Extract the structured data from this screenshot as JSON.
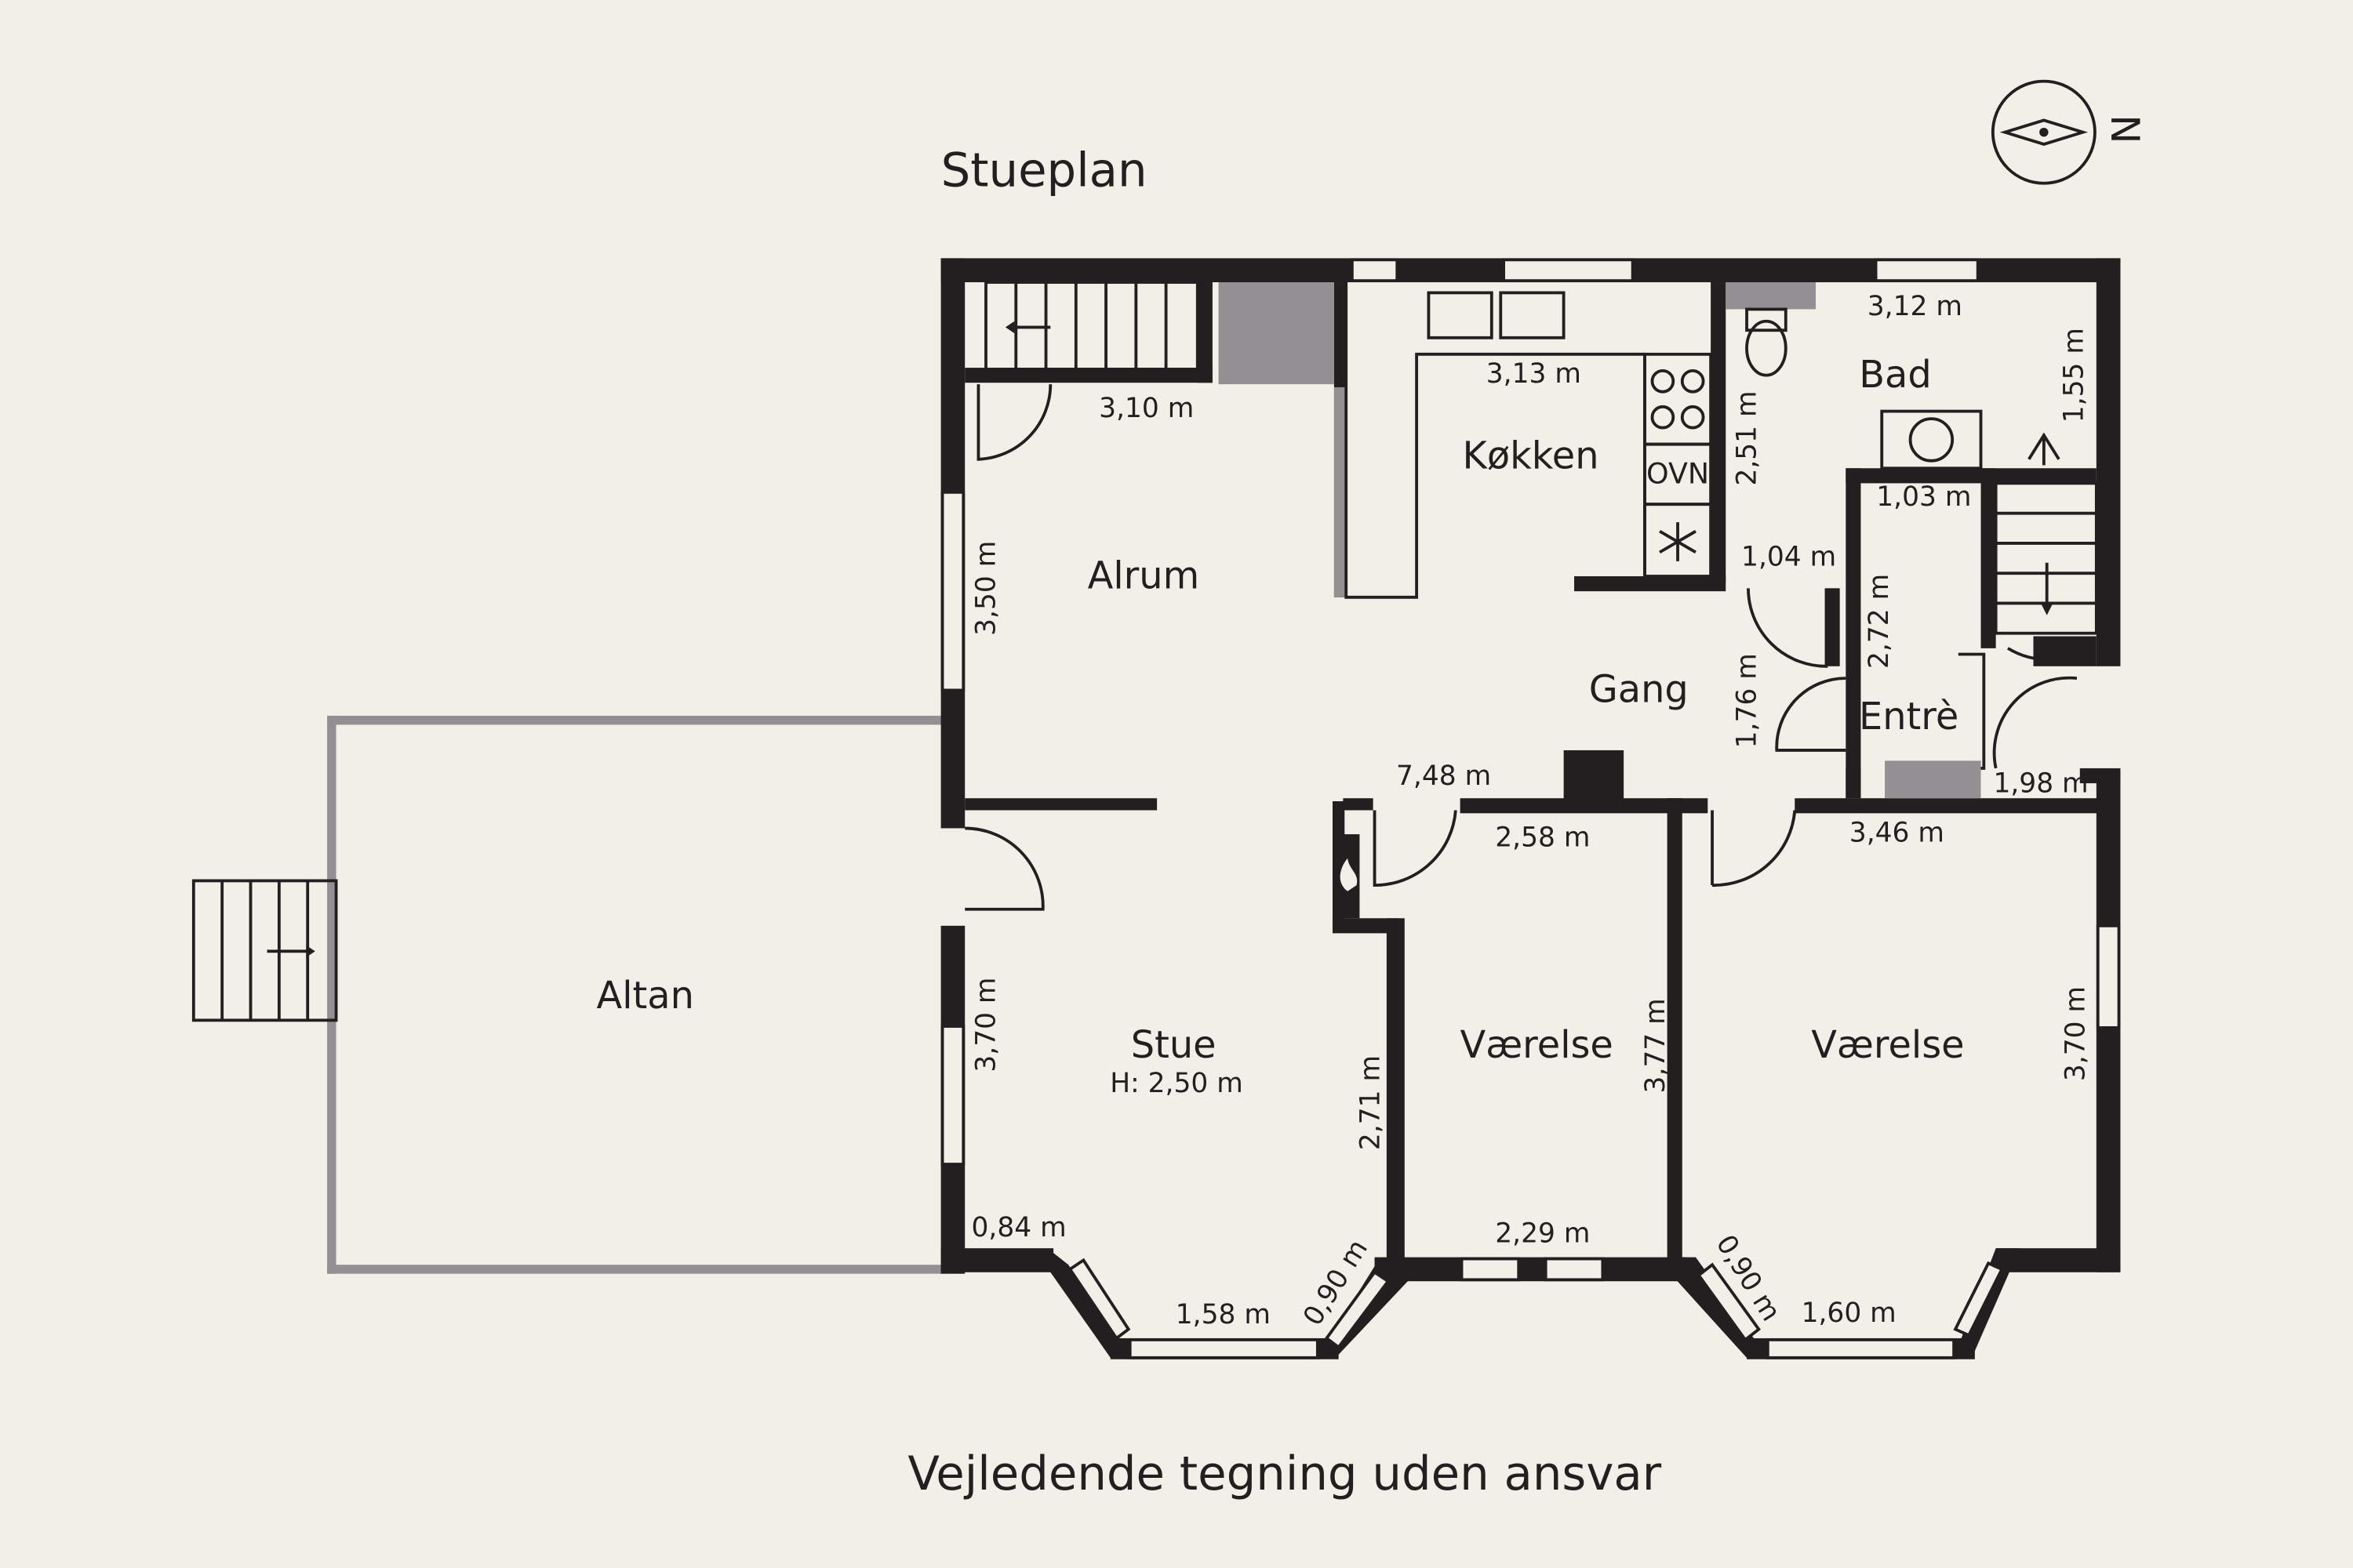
{
  "plan": {
    "title": "Stueplan",
    "footer": "Vejledende tegning uden ansvar",
    "compass_label": "N",
    "rooms": {
      "alrum": "Alrum",
      "kokken": "Køkken",
      "bad": "Bad",
      "gang": "Gang",
      "entre": "Entrè",
      "altan": "Altan",
      "stue": "Stue",
      "stue_height": "H: 2,50 m",
      "vaerelse_1": "Værelse",
      "vaerelse_2": "Værelse"
    },
    "appliance": {
      "ovn": "OVN"
    },
    "dimensions": {
      "alrum_width": "3,10 m",
      "alrum_height": "3,50 m",
      "kokken_width": "3,13 m",
      "bad_width": "3,12 m",
      "bad_right": "1,55 m",
      "bad_left": "2,51 m",
      "entre_width": "1,03 m",
      "gang_door": "1,04 m",
      "entre_height": "2,72 m",
      "gang_height": "1,76 m",
      "entre_bottom": "1,98 m",
      "total_width": "7,48 m",
      "vaerelse1_top": "2,58 m",
      "vaerelse2_top": "3,46 m",
      "stue_left": "3,70 m",
      "stue_right": "2,71 m",
      "vaerelse1_right": "3,77 m",
      "vaerelse2_right": "3,70 m",
      "stue_bottom_left": "0,84 m",
      "stue_bay_diag": "0,90 m",
      "stue_bay": "1,58 m",
      "vaerelse1_bottom": "2,29 m",
      "vaerelse2_bay_diag": "0,90 m",
      "vaerelse2_bay": "1,60 m"
    }
  }
}
